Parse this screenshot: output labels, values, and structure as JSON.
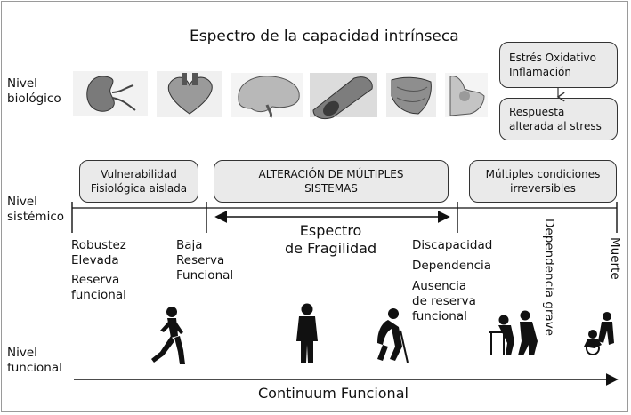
{
  "title": "Espectro de la capacidad intrínseca",
  "levels": {
    "biological": "Nivel\nbiológico",
    "systemic": "Nivel\nsistémico",
    "functional": "Nivel\nfuncional"
  },
  "bio_boxes": {
    "oxidative": "Estrés Oxidativo\nInflamación",
    "stress": "Respuesta\nalterada al stress"
  },
  "systemic_boxes": {
    "vulnerability": "Vulnerabilidad\nFisiológica aislada",
    "alteration": "ALTERACIÓN DE MÚLTIPLES\nSISTEMAS",
    "irreversible": "Múltiples condiciones\nirreversibles"
  },
  "spectrum_labels": {
    "robust": "Robustez\nElevada",
    "reserve": "Reserva\nfuncional",
    "low_reserve": "Baja\nReserva\nFuncional",
    "fragility": "Espectro\nde Fragilidad",
    "disability": "Discapacidad",
    "dependence": "Dependencia",
    "no_reserve": "Ausencia\nde reserva\nfuncional",
    "severe_dependence": "Dependencia grave",
    "death": "Muerte"
  },
  "continuum": "Continuum Funcional",
  "organ_icons": [
    "kidney-icon",
    "heart-icon",
    "brain-icon",
    "blood-vessel-icon",
    "muscle-icon",
    "joint-icon"
  ],
  "figure_icons": [
    "runner-icon",
    "standing-person-icon",
    "elderly-with-cane-icon",
    "walker-with-caregiver-icon",
    "wheelchair-icon"
  ]
}
